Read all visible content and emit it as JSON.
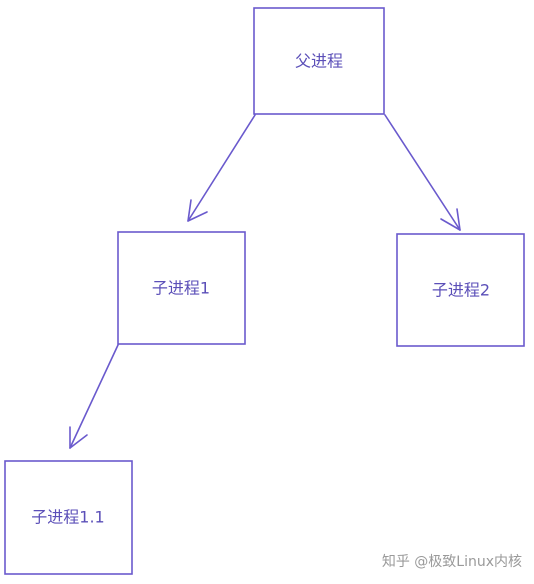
{
  "colors": {
    "stroke": "#6a5acd",
    "text": "#5b4fb8",
    "watermark": "#9a9a9a"
  },
  "nodes": {
    "parent": {
      "label": "父进程"
    },
    "child1": {
      "label": "子进程1"
    },
    "child2": {
      "label": "子进程2"
    },
    "child11": {
      "label": "子进程1.1"
    }
  },
  "edges": [
    {
      "from": "parent",
      "to": "child1"
    },
    {
      "from": "parent",
      "to": "child2"
    },
    {
      "from": "child1",
      "to": "child11"
    }
  ],
  "watermark": "知乎 @极致Linux内核"
}
